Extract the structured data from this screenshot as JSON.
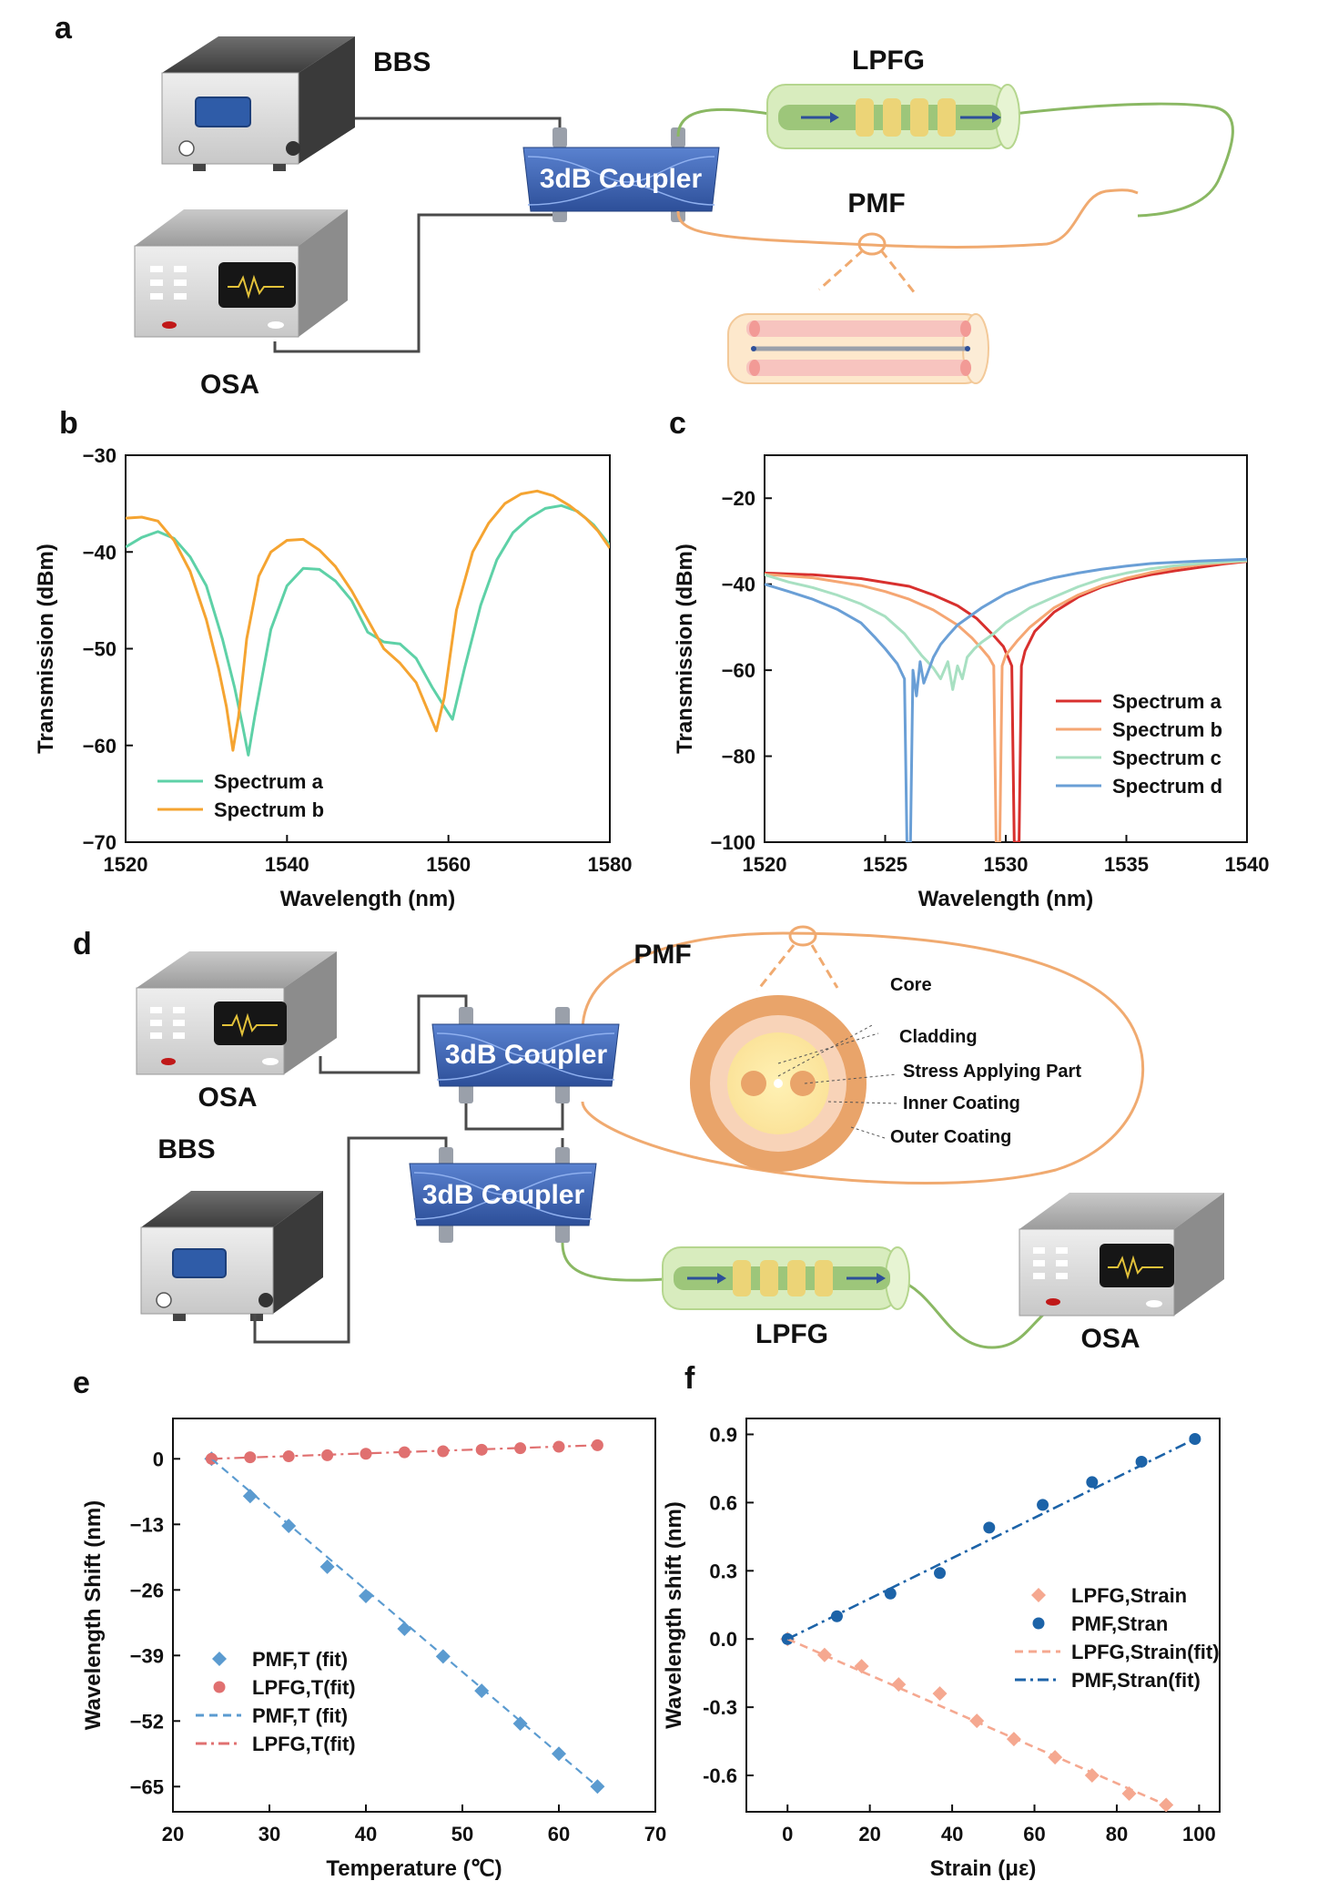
{
  "panels": {
    "a": {
      "label": "a",
      "bbs": "BBS",
      "osa": "OSA",
      "lpfg": "LPFG",
      "pmf": "PMF",
      "coupler": "3dB Coupler"
    },
    "d": {
      "label": "d",
      "osa_top": "OSA",
      "bbs": "BBS",
      "pmf": "PMF",
      "coupler_top": "3dB Coupler",
      "coupler_bottom": "3dB Coupler",
      "lpfg": "LPFG",
      "osa_right": "OSA",
      "cross_section": [
        "Core",
        "Cladding",
        "Stress Applying Part",
        "Inner Coating",
        "Outer Coating"
      ]
    }
  },
  "colors": {
    "green_series": "#5ed1a7",
    "orange_series": "#f5a431",
    "red_series": "#d8302e",
    "peach_series": "#f5a673",
    "mint_series": "#a8e0c2",
    "blue_series": "#6a9fd6",
    "pmf_t": "#5b9bd0",
    "lpfg_t": "#e07070",
    "lpfg_strain": "#f5a890",
    "pmf_strain": "#1c63a8",
    "coupler": "#3a62b0",
    "pmf_fiber": "#f0aa70",
    "lpfg_fiber": "#8ab863"
  },
  "chart_data": [
    {
      "panel": "b",
      "type": "line",
      "xlabel": "Wavelength (nm)",
      "ylabel": "Transmission (dBm)",
      "xlim": [
        1520,
        1580
      ],
      "ylim": [
        -70,
        -30
      ],
      "xticks": [
        1520,
        1540,
        1560,
        1580
      ],
      "yticks": [
        -30,
        -40,
        -50,
        -60,
        -70
      ],
      "legend": "lower-left",
      "series": [
        {
          "name": "Spectrum a",
          "x": [
            1520,
            1522,
            1524,
            1526,
            1528,
            1530,
            1532,
            1533.5,
            1534.5,
            1535.2,
            1536,
            1538,
            1540,
            1542,
            1544,
            1546,
            1548,
            1550,
            1552,
            1554,
            1556,
            1558,
            1559.5,
            1560.5,
            1562,
            1564,
            1566,
            1568,
            1570,
            1572,
            1574,
            1576,
            1578,
            1580
          ],
          "y": [
            -39.5,
            -38.5,
            -37.9,
            -38.6,
            -40.5,
            -43.5,
            -49,
            -54,
            -58,
            -61,
            -57,
            -48,
            -43.5,
            -41.7,
            -41.8,
            -43,
            -45,
            -48.3,
            -49.3,
            -49.5,
            -51,
            -54,
            -56,
            -57.3,
            -52,
            -45.5,
            -40.8,
            -38,
            -36.5,
            -35.5,
            -35.2,
            -35.8,
            -37.2,
            -39.3
          ]
        },
        {
          "name": "Spectrum b",
          "x": [
            1520,
            1522,
            1524,
            1526,
            1528,
            1530,
            1531.5,
            1532.5,
            1533.3,
            1534,
            1535,
            1536.5,
            1538,
            1540,
            1542,
            1544,
            1546,
            1548,
            1550,
            1552,
            1554,
            1556,
            1557.5,
            1558.5,
            1559.5,
            1561,
            1563,
            1565,
            1567,
            1569,
            1571,
            1573,
            1575,
            1577,
            1578.5,
            1580
          ],
          "y": [
            -36.5,
            -36.4,
            -36.8,
            -38.8,
            -42,
            -47,
            -52,
            -56,
            -60.5,
            -57,
            -49,
            -42.5,
            -40,
            -38.8,
            -38.7,
            -39.8,
            -41.5,
            -44,
            -47,
            -50,
            -51.5,
            -53.5,
            -56.5,
            -58.5,
            -55,
            -46,
            -40,
            -37,
            -35,
            -34,
            -33.7,
            -34.2,
            -35.2,
            -36.5,
            -37.8,
            -39.6
          ]
        }
      ]
    },
    {
      "panel": "c",
      "type": "line",
      "xlabel": "Wavelength (nm)",
      "ylabel": "Transmission (dBm)",
      "xlim": [
        1520,
        1540
      ],
      "ylim": [
        -100,
        -10
      ],
      "xticks": [
        1520,
        1525,
        1530,
        1535,
        1540
      ],
      "yticks": [
        -20,
        -40,
        -60,
        -80,
        -100
      ],
      "legend": "lower-right",
      "series": [
        {
          "name": "Spectrum a",
          "x": [
            1520,
            1522,
            1524,
            1526,
            1527,
            1528,
            1528.8,
            1529.5,
            1529.9,
            1530.1,
            1530.25,
            1530.35,
            1530.55,
            1530.65,
            1530.8,
            1531.2,
            1532,
            1533,
            1534,
            1535,
            1536,
            1537,
            1538,
            1539,
            1540
          ],
          "y": [
            -37.4,
            -37.8,
            -38.7,
            -40.5,
            -42.5,
            -45,
            -48,
            -52,
            -54.5,
            -57,
            -59,
            -100,
            -100,
            -59,
            -55.5,
            -51,
            -46.5,
            -43,
            -40.6,
            -39,
            -37.8,
            -36.9,
            -36.1,
            -35.3,
            -34.7
          ]
        },
        {
          "name": "Spectrum b",
          "x": [
            1520,
            1522,
            1524,
            1525,
            1526,
            1527,
            1528,
            1528.6,
            1529,
            1529.3,
            1529.5,
            1529.6,
            1529.75,
            1529.85,
            1530,
            1530.5,
            1531,
            1532,
            1533,
            1534,
            1535,
            1536,
            1537,
            1538,
            1539,
            1540
          ],
          "y": [
            -37.7,
            -38.5,
            -40.3,
            -41.7,
            -43.5,
            -46,
            -49.5,
            -52.5,
            -55,
            -57,
            -59,
            -100,
            -100,
            -59,
            -56.5,
            -53,
            -50,
            -45.5,
            -42.5,
            -40.3,
            -38.6,
            -37.3,
            -36.3,
            -35.5,
            -35,
            -34.6
          ]
        },
        {
          "name": "Spectrum c",
          "x": [
            1520,
            1521,
            1522,
            1523,
            1524,
            1525,
            1525.8,
            1526.5,
            1527,
            1527.3,
            1527.6,
            1527.8,
            1528,
            1528.2,
            1528.4,
            1528.7,
            1529,
            1529.5,
            1530,
            1531,
            1532,
            1533,
            1534,
            1535,
            1536,
            1537,
            1538,
            1539,
            1540
          ],
          "y": [
            -37.8,
            -39.5,
            -40.8,
            -42.5,
            -44.6,
            -47.5,
            -51.5,
            -56.5,
            -59.5,
            -62,
            -58,
            -64.5,
            -59,
            -62,
            -57,
            -55,
            -53.5,
            -51.5,
            -49,
            -45.5,
            -43,
            -40.6,
            -38.7,
            -37.4,
            -36.4,
            -35.7,
            -35.2,
            -34.8,
            -34.5
          ]
        },
        {
          "name": "Spectrum d",
          "x": [
            1520,
            1521,
            1522,
            1523,
            1524,
            1524.6,
            1525,
            1525.5,
            1525.8,
            1525.9,
            1526.05,
            1526.15,
            1526.3,
            1526.45,
            1526.6,
            1526.8,
            1527,
            1527.3,
            1527.6,
            1528,
            1529,
            1530,
            1531,
            1532,
            1533,
            1534,
            1535,
            1536,
            1537,
            1538,
            1539,
            1540
          ],
          "y": [
            -40,
            -41.7,
            -43.5,
            -45.8,
            -49,
            -52.5,
            -55,
            -58.5,
            -62,
            -100,
            -100,
            -60,
            -66,
            -58,
            -63,
            -60,
            -57,
            -54,
            -52,
            -49.5,
            -45.5,
            -42.2,
            -40,
            -38.5,
            -37.4,
            -36.5,
            -35.8,
            -35.2,
            -34.9,
            -34.6,
            -34.4,
            -34.2
          ]
        }
      ]
    },
    {
      "panel": "e",
      "type": "scatter",
      "xlabel": "Temperature (℃)",
      "ylabel": "Wavelength Shift (nm)",
      "xlim": [
        20,
        70
      ],
      "ylim": [
        -70,
        8
      ],
      "xticks": [
        20,
        30,
        40,
        50,
        60,
        70
      ],
      "yticks": [
        0,
        -13,
        -26,
        -39,
        -52,
        -65
      ],
      "legend": "lower-left",
      "series": [
        {
          "name": "PMF,T (fit)",
          "marker": "diamond",
          "x": [
            24,
            28,
            32,
            36,
            40,
            44,
            48,
            52,
            56,
            60,
            64
          ],
          "y": [
            0,
            -7.4,
            -13.3,
            -21.4,
            -27.2,
            -33.7,
            -39.2,
            -46,
            -52.5,
            -58.5,
            -65
          ]
        },
        {
          "name": "LPFG,T(fit)",
          "marker": "circle",
          "x": [
            24,
            28,
            32,
            36,
            40,
            44,
            48,
            52,
            56,
            60,
            64
          ],
          "y": [
            0,
            0.3,
            0.5,
            0.7,
            1,
            1.3,
            1.5,
            1.8,
            2.1,
            2.4,
            2.7
          ]
        },
        {
          "name": "PMF,T (fit)",
          "style": "dashed",
          "x": [
            24,
            64
          ],
          "y": [
            0,
            -65
          ]
        },
        {
          "name": "LPFG,T(fit)",
          "style": "dashdot",
          "x": [
            24,
            64
          ],
          "y": [
            0,
            2.7
          ]
        }
      ]
    },
    {
      "panel": "f",
      "type": "scatter",
      "xlabel": "Strain (με)",
      "ylabel": "Wavelength shift (nm)",
      "xlim": [
        -10,
        105
      ],
      "ylim": [
        -0.76,
        0.97
      ],
      "xticks": [
        0,
        20,
        40,
        60,
        80,
        100
      ],
      "yticks": [
        0.9,
        0.6,
        0.3,
        0.0,
        -0.3,
        -0.6
      ],
      "ytick_labels": [
        "0.9",
        "0.6",
        "0.3",
        "0.0",
        "-0.3",
        "-0.6"
      ],
      "legend": "center-right",
      "series": [
        {
          "name": "LPFG,Strain",
          "marker": "diamond",
          "x": [
            0,
            9,
            18,
            27,
            37,
            46,
            55,
            65,
            74,
            83,
            92
          ],
          "y": [
            0,
            -0.07,
            -0.12,
            -0.2,
            -0.24,
            -0.36,
            -0.44,
            -0.52,
            -0.6,
            -0.68,
            -0.73
          ]
        },
        {
          "name": "PMF,Stran",
          "marker": "circle",
          "x": [
            0,
            12,
            25,
            37,
            49,
            62,
            74,
            86,
            99
          ],
          "y": [
            0,
            0.1,
            0.2,
            0.29,
            0.49,
            0.59,
            0.69,
            0.78,
            0.88
          ]
        },
        {
          "name": "LPFG,Strain(fit)",
          "style": "dashed",
          "x": [
            0,
            92
          ],
          "y": [
            0,
            -0.73
          ]
        },
        {
          "name": "PMF,Stran(fit)",
          "style": "dashdot",
          "x": [
            0,
            99
          ],
          "y": [
            0,
            0.88
          ]
        }
      ]
    }
  ]
}
